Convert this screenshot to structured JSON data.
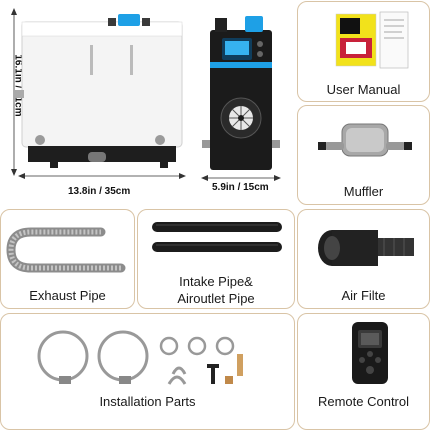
{
  "dimensions": {
    "height": "16.1in / 41cm",
    "width": "13.8in / 35cm",
    "depth": "5.9in / 15cm"
  },
  "panels": {
    "user_manual": "User Manual",
    "muffler": "Muffler",
    "exhaust_pipe": "Exhaust Pipe",
    "intake_pipe_line1": "Intake Pipe&",
    "intake_pipe_line2": "Airoutlet Pipe",
    "air_filter": "Air Filte",
    "installation_parts": "Installation Parts",
    "remote_control": "Remote Control"
  },
  "colors": {
    "panel_border": "#d9c4a6",
    "accent_blue": "#1ea0e6",
    "heater_black": "#1b1b1b",
    "manual_yellow": "#f2e21b"
  }
}
